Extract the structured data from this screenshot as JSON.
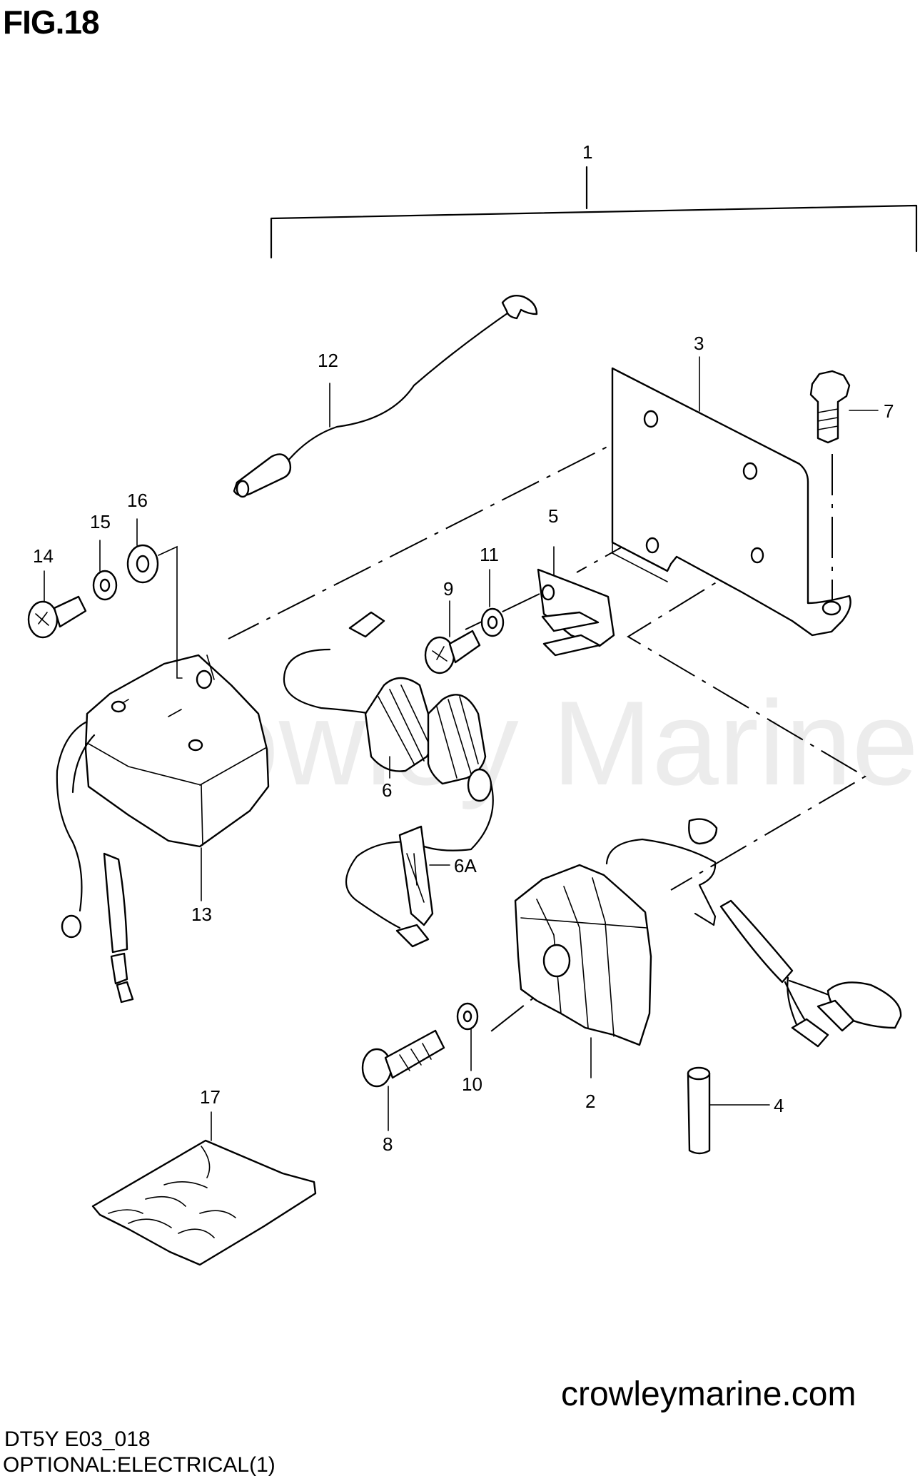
{
  "figure": {
    "title": "FIG.18",
    "watermark": "Crowley Marine",
    "website": "crowleymarine.com",
    "model_code": "DT5Y E03_018",
    "caption": "OPTIONAL:ELECTRICAL(1)"
  },
  "callouts": {
    "c1": "1",
    "c2": "2",
    "c3": "3",
    "c4": "4",
    "c5": "5",
    "c6": "6",
    "c6a": "6A",
    "c7": "7",
    "c8": "8",
    "c9": "9",
    "c10": "10",
    "c11": "11",
    "c12": "12",
    "c13": "13",
    "c14": "14",
    "c15": "15",
    "c16": "16",
    "c17": "17"
  }
}
